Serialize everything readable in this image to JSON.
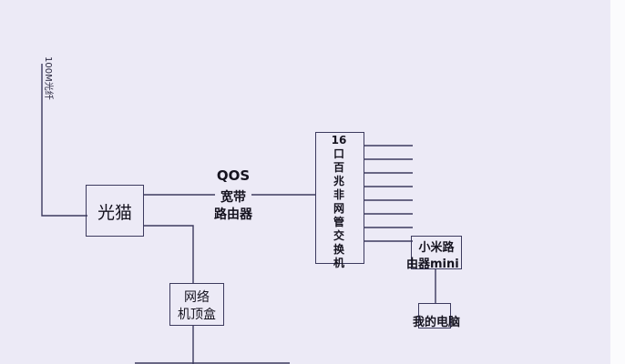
{
  "fiber_label": "100M光纤",
  "modem_label": "光猫",
  "router_label": {
    "line1": "QOS",
    "line2": "宽带",
    "line3": "路由器"
  },
  "switch_label": [
    "16",
    "口",
    "百",
    "兆",
    "非",
    "网",
    "管",
    "交",
    "换",
    "机"
  ],
  "stb_label": {
    "line1": "网络",
    "line2": "机顶盒"
  },
  "mi_router_label": {
    "line1": "小米路",
    "line2": "由器mini"
  },
  "pc_label": "我的电脑"
}
